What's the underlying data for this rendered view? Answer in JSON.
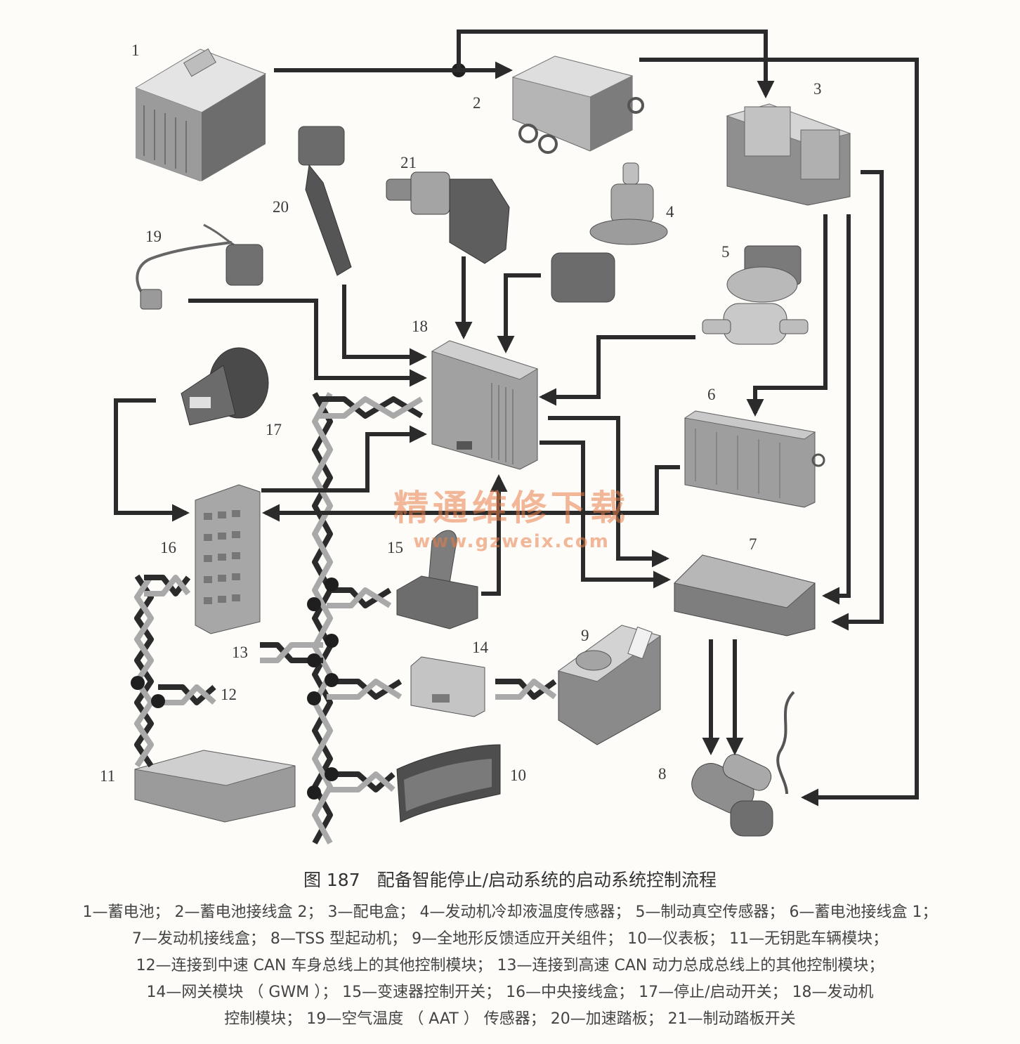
{
  "figure": {
    "number": "图 187",
    "title": "配备智能停止/启动系统的启动系统控制流程"
  },
  "watermark": {
    "text": "精通维修下载",
    "url": "www.gzweix.com"
  },
  "components": [
    {
      "number": "1",
      "name": "蓄电池"
    },
    {
      "number": "2",
      "name": "蓄电池接线盒 2"
    },
    {
      "number": "3",
      "name": "配电盒"
    },
    {
      "number": "4",
      "name": "发动机冷却液温度传感器"
    },
    {
      "number": "5",
      "name": "制动真空传感器"
    },
    {
      "number": "6",
      "name": "蓄电池接线盒 1"
    },
    {
      "number": "7",
      "name": "发动机接线盒"
    },
    {
      "number": "8",
      "name": "TSS 型起动机"
    },
    {
      "number": "9",
      "name": "全地形反馈适应开关组件"
    },
    {
      "number": "10",
      "name": "仪表板"
    },
    {
      "number": "11",
      "name": "无钥匙车辆模块"
    },
    {
      "number": "12",
      "name": "连接到中速 CAN 车身总线上的其他控制模块"
    },
    {
      "number": "13",
      "name": "连接到高速 CAN 动力总成总线上的其他控制模块"
    },
    {
      "number": "14",
      "name": "网关模块 （ GWM ）"
    },
    {
      "number": "15",
      "name": "变速器控制开关"
    },
    {
      "number": "16",
      "name": "中央接线盒"
    },
    {
      "number": "17",
      "name": "停止/启动开关"
    },
    {
      "number": "18",
      "name": "发动机控制模块"
    },
    {
      "number": "19",
      "name": "空气温度 （ AAT ） 传感器"
    },
    {
      "number": "20",
      "name": "加速踏板"
    },
    {
      "number": "21",
      "name": "制动踏板开关"
    }
  ],
  "legend_lines": [
    "1—蓄电池；  2—蓄电池接线盒 2；  3—配电盒；  4—发动机冷却液温度传感器；  5—制动真空传感器；  6—蓄电池接线盒 1；",
    "7—发动机接线盒；  8—TSS 型起动机；  9—全地形反馈适应开关组件；  10—仪表板；  11—无钥匙车辆模块；",
    "12—连接到中速 CAN 车身总线上的其他控制模块；  13—连接到高速 CAN 动力总成总线上的其他控制模块；",
    "14—网关模块 （ GWM ）；  15—变速器控制开关；  16—中央接线盒；  17—停止/启动开关；  18—发动机",
    "控制模块；  19—空气温度 （ AAT ） 传感器；  20—加速踏板；  21—制动踏板开关"
  ],
  "colors": {
    "wire": "#2b2b2b",
    "can_bus_light": "#a9a9a9",
    "component_fill": "#c9c9c9",
    "component_dark": "#7a7a7a",
    "watermark": "#e87e48"
  }
}
